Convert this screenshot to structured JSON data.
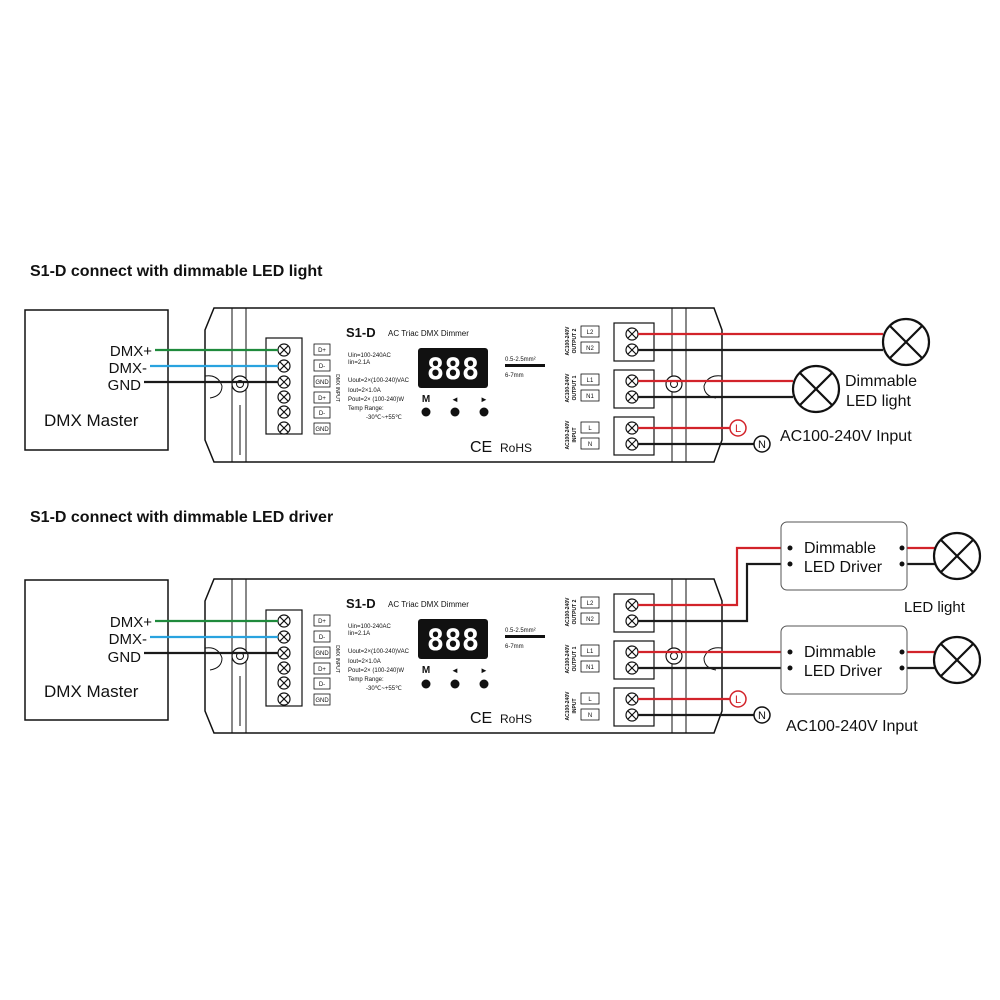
{
  "colors": {
    "red": "#d2232a",
    "green": "#1f8a3c",
    "blue": "#29a3df",
    "black": "#1a1a1a"
  },
  "diagrams": [
    {
      "title": "S1-D connect with dimmable LED light",
      "master": {
        "dmx_plus": "DMX+",
        "dmx_minus": "DMX-",
        "gnd": "GND",
        "label": "DMX Master"
      },
      "device": {
        "model": "S1-D",
        "subtitle": "AC Triac DMX Dimmer",
        "display": "888",
        "buttons": [
          "M",
          "◄",
          "►"
        ],
        "specs": [
          "Uin=100-240AC",
          "Iin=2.1A",
          "Uout=2×(100-240)VAC",
          "Iout=2×1.0A",
          "Pout=2× (100-240)W",
          "Temp Range:",
          "-30℃~+55℃"
        ],
        "wire_spec": [
          "0.5-2.5mm²",
          "6-7mm"
        ],
        "left_terminals": [
          "D+",
          "D-",
          "GND",
          "D+",
          "D-",
          "GND"
        ],
        "dmx_input_label": "DMX INPUT",
        "out2_label": [
          "AC100-240V",
          "OUTPUT 2"
        ],
        "out2_terms": [
          "L2",
          "N2"
        ],
        "out1_label": [
          "AC100-240V",
          "OUTPUT 1"
        ],
        "out1_terms": [
          "L1",
          "N1"
        ],
        "in_label": [
          "AC100-240V",
          "INPUT"
        ],
        "in_terms": [
          "L",
          "N"
        ],
        "ce": "CE",
        "rohs": "RoHS"
      },
      "phase_l": "L",
      "phase_n": "N",
      "load_label": [
        "Dimmable",
        "LED light"
      ],
      "input_label": "AC100-240V Input"
    },
    {
      "title": "S1-D connect with dimmable LED driver",
      "master": {
        "dmx_plus": "DMX+",
        "dmx_minus": "DMX-",
        "gnd": "GND",
        "label": "DMX Master"
      },
      "device": {
        "model": "S1-D",
        "subtitle": "AC Triac DMX Dimmer",
        "display": "888",
        "buttons": [
          "M",
          "◄",
          "►"
        ],
        "specs": [
          "Uin=100-240AC",
          "Iin=2.1A",
          "Uout=2×(100-240)VAC",
          "Iout=2×1.0A",
          "Pout=2× (100-240)W",
          "Temp Range:",
          "-30℃~+55℃"
        ],
        "wire_spec": [
          "0.5-2.5mm²",
          "6-7mm"
        ],
        "left_terminals": [
          "D+",
          "D-",
          "GND",
          "D+",
          "D-",
          "GND"
        ],
        "dmx_input_label": "DMX INPUT",
        "out2_label": [
          "AC100-240V",
          "OUTPUT 2"
        ],
        "out2_terms": [
          "L2",
          "N2"
        ],
        "out1_label": [
          "AC100-240V",
          "OUTPUT 1"
        ],
        "out1_terms": [
          "L1",
          "N1"
        ],
        "in_label": [
          "AC100-240V",
          "INPUT"
        ],
        "in_terms": [
          "L",
          "N"
        ],
        "ce": "CE",
        "rohs": "RoHS"
      },
      "phase_l": "L",
      "phase_n": "N",
      "driver_label": [
        "Dimmable",
        "LED Driver"
      ],
      "light_label": "LED light",
      "input_label": "AC100-240V Input"
    }
  ]
}
